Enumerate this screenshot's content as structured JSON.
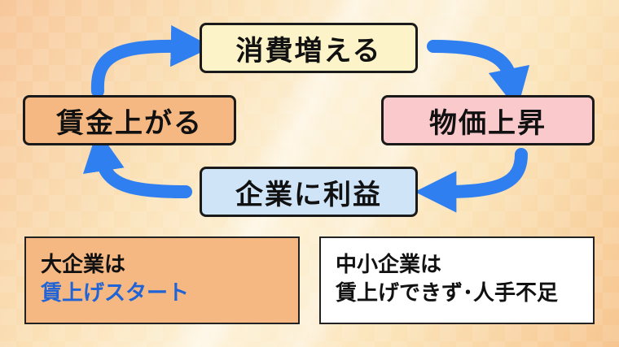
{
  "cycle": {
    "consume_up": "消費増える",
    "price_rise": "物価上昇",
    "corporate_profit": "企業に利益",
    "wage_up": "賃金上がる"
  },
  "panels": {
    "large_company": {
      "line1": "大企業は",
      "line2": "賃上げスタート"
    },
    "small_company": {
      "line1": "中小企業は",
      "line2": "賃上げできず･人手不足"
    }
  },
  "colors": {
    "arrow": "#2f7ff0",
    "accent_text": "#1f63d6"
  },
  "icons": [
    "cycle-arrow"
  ]
}
